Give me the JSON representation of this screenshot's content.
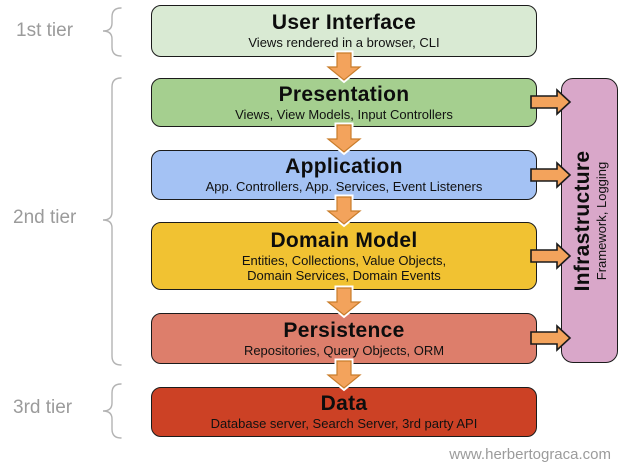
{
  "diagram": {
    "tier_labels": [
      {
        "label": "1st tier"
      },
      {
        "label": "2nd tier"
      },
      {
        "label": "3rd tier"
      }
    ],
    "layers": [
      {
        "title": "User Interface",
        "subtitle": "Views rendered in a browser, CLI",
        "color": "#d9ead3"
      },
      {
        "title": "Presentation",
        "subtitle": "Views, View Models, Input Controllers",
        "color": "#a5cf8f"
      },
      {
        "title": "Application",
        "subtitle": "App. Controllers, App. Services, Event Listeners",
        "color": "#a4c2f4"
      },
      {
        "title": "Domain Model",
        "subtitle": "Entities, Collections, Value Objects,",
        "subtitle2": "Domain Services, Domain Events",
        "color": "#f1c232"
      },
      {
        "title": "Persistence",
        "subtitle": "Repositories, Query Objects, ORM",
        "color": "#dd7e6b"
      },
      {
        "title": "Data",
        "subtitle": "Database server, Search Server, 3rd party API",
        "color": "#cc4125"
      }
    ],
    "infrastructure": {
      "title": "Infrastructure",
      "subtitle": "Framework, Logging",
      "color": "#d9a7c9"
    },
    "arrow_color": "#f3a35c",
    "watermark": "www.herbertograca.com"
  }
}
